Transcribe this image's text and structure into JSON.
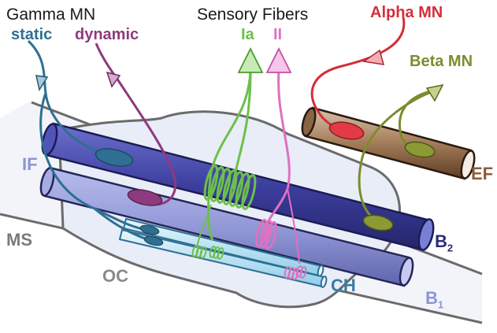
{
  "labels": {
    "gamma_mn": "Gamma MN",
    "static": "static",
    "dynamic": "dynamic",
    "sensory_fibers": "Sensory Fibers",
    "ia": "Ia",
    "ii": "II",
    "alpha_mn": "Alpha MN",
    "beta_mn": "Beta MN",
    "if": "IF",
    "ef": "EF",
    "ms": "MS",
    "oc": "OC",
    "ch": "CH",
    "b2_letter": "B",
    "b2_sub": "2",
    "b1_letter": "B",
    "b1_sub": "1"
  },
  "colors": {
    "static_fiber": "#2f6f93",
    "dynamic_fiber": "#8e3a7e",
    "ia_fiber": "#6cc04a",
    "ii_fiber": "#e070c0",
    "alpha_fiber": "#d42e3a",
    "beta_fiber": "#7d8c2c",
    "intrafusal_blue": "#3c3e9e",
    "intrafusal_light": "#8e95d4",
    "chain_fiber": "#a9dcf0",
    "extrafusal": "#8a5d3b",
    "capsule": "#eef1f8",
    "ms_outline": "#6b6b6b"
  }
}
